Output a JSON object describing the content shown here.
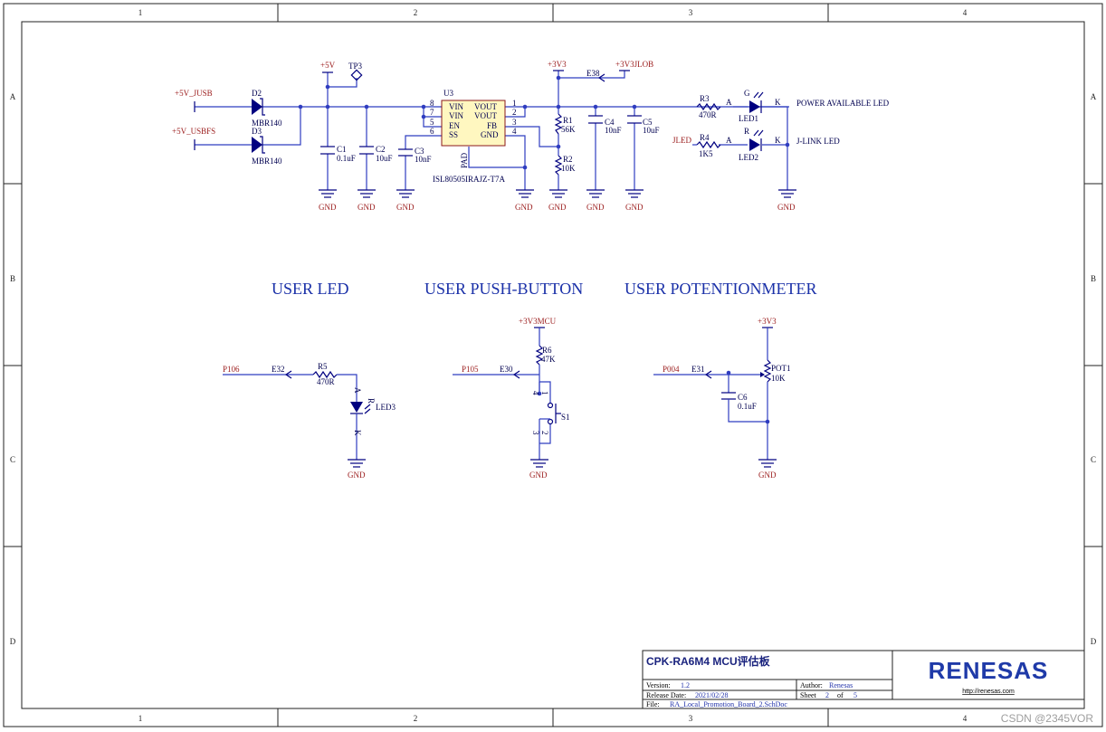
{
  "zones": {
    "columns": [
      "1",
      "2",
      "3",
      "4"
    ],
    "rows": [
      "A",
      "B",
      "C",
      "D"
    ]
  },
  "sections": {
    "user_led": "USER LED",
    "user_push_button": "USER PUSH-BUTTON",
    "user_potentiometer": "USER POTENTIONMETER"
  },
  "nets": {
    "p5v_jusb": "+5V_JUSB",
    "p5v_usbfs": "+5V_USBFS",
    "p5v": "+5V",
    "tp3": "TP3",
    "p3v3": "+3V3",
    "e38": "E38",
    "p3v3jlob": "+3V3JLOB",
    "jled": "JLED",
    "gnd": "GND",
    "p106": "P106",
    "e32": "E32",
    "p105": "P105",
    "e30": "E30",
    "p3v3mcu": "+3V3MCU",
    "p004": "P004",
    "e31": "E31",
    "p3v3_b": "+3V3"
  },
  "components": {
    "d2": {
      "ref": "D2",
      "value": "MBR140"
    },
    "d3": {
      "ref": "D3",
      "value": "MBR140"
    },
    "c1": {
      "ref": "C1",
      "value": "0.1uF"
    },
    "c2": {
      "ref": "C2",
      "value": "10uF"
    },
    "c3": {
      "ref": "C3",
      "value": "10nF"
    },
    "u3": {
      "ref": "U3",
      "part": "ISL80505IRAJZ-T7A",
      "left_pins": [
        {
          "num": "8",
          "name": "VIN"
        },
        {
          "num": "7",
          "name": "VIN"
        },
        {
          "num": "5",
          "name": "EN"
        },
        {
          "num": "6",
          "name": "SS"
        }
      ],
      "right_pins": [
        {
          "num": "1",
          "name": "VOUT"
        },
        {
          "num": "2",
          "name": "VOUT"
        },
        {
          "num": "3",
          "name": "FB"
        },
        {
          "num": "4",
          "name": "GND"
        }
      ],
      "pad": "PAD"
    },
    "r1": {
      "ref": "R1",
      "value": "56K"
    },
    "r2": {
      "ref": "R2",
      "value": "10K"
    },
    "c4": {
      "ref": "C4",
      "value": "10nF"
    },
    "c5": {
      "ref": "C5",
      "value": "10uF"
    },
    "r3": {
      "ref": "R3",
      "value": "470R"
    },
    "r4": {
      "ref": "R4",
      "value": "1K5"
    },
    "led1": {
      "ref": "LED1",
      "color": "G",
      "anode": "A",
      "cathode": "K",
      "label": "POWER AVAILABLE LED"
    },
    "led2": {
      "ref": "LED2",
      "color": "R",
      "anode": "A",
      "cathode": "K",
      "label": "J-LINK LED"
    },
    "r5": {
      "ref": "R5",
      "value": "470R"
    },
    "led3": {
      "ref": "LED3",
      "color": "R",
      "anode": "A",
      "cathode": "K"
    },
    "r6": {
      "ref": "R6",
      "value": "47K"
    },
    "s1": {
      "ref": "S1",
      "pins": [
        "4",
        "1",
        "3",
        "2"
      ]
    },
    "c6": {
      "ref": "C6",
      "value": "0.1uF"
    },
    "pot1": {
      "ref": "POT1",
      "value": "10K"
    }
  },
  "title_block": {
    "title": "CPK-RA6M4 MCU评估板",
    "version_label": "Version:",
    "version": "1.2",
    "author_label": "Author:",
    "author": "Renesas",
    "release_label": "Release Date:",
    "release_date": "2021/02/28",
    "sheet_label": "Sheet",
    "sheet_num": "2",
    "sheet_of": "of",
    "sheet_total": "5",
    "file_label": "File:",
    "file": "RA_Local_Promotion_Board_2.SchDoc",
    "logo": "RENESAS",
    "url": "http://renesas.com"
  },
  "watermark": "CSDN @2345VOR",
  "colors": {
    "wire": "#2f3dc0",
    "component": "#000080",
    "net_label": "#9b1c1c",
    "section_title": "#1a30a8"
  }
}
